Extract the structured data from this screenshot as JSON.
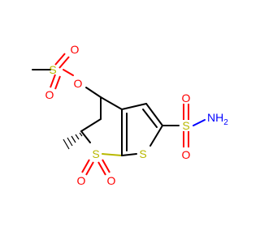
{
  "molecule": {
    "colors": {
      "carbon": "#000000",
      "oxygen": "#ff0000",
      "sulfur": "#b8b800",
      "nitrogen": "#0000ff",
      "background": "#ffffff"
    },
    "atoms": {
      "sulfonyl_s_top": "S",
      "sulfonyl_o_top_up": "O",
      "sulfonyl_o_top_down": "O",
      "ester_o": "O",
      "sulfonamide_s": "S",
      "sulfonamide_o_up": "O",
      "sulfonamide_o_down": "O",
      "sulfonamide_nh2": "NH",
      "sulfonamide_nh2_sub": "2",
      "ring_sulfone_s": "S",
      "ring_sulfone_o_left": "O",
      "ring_sulfone_o_right": "O",
      "thiophene_s": "S"
    }
  }
}
